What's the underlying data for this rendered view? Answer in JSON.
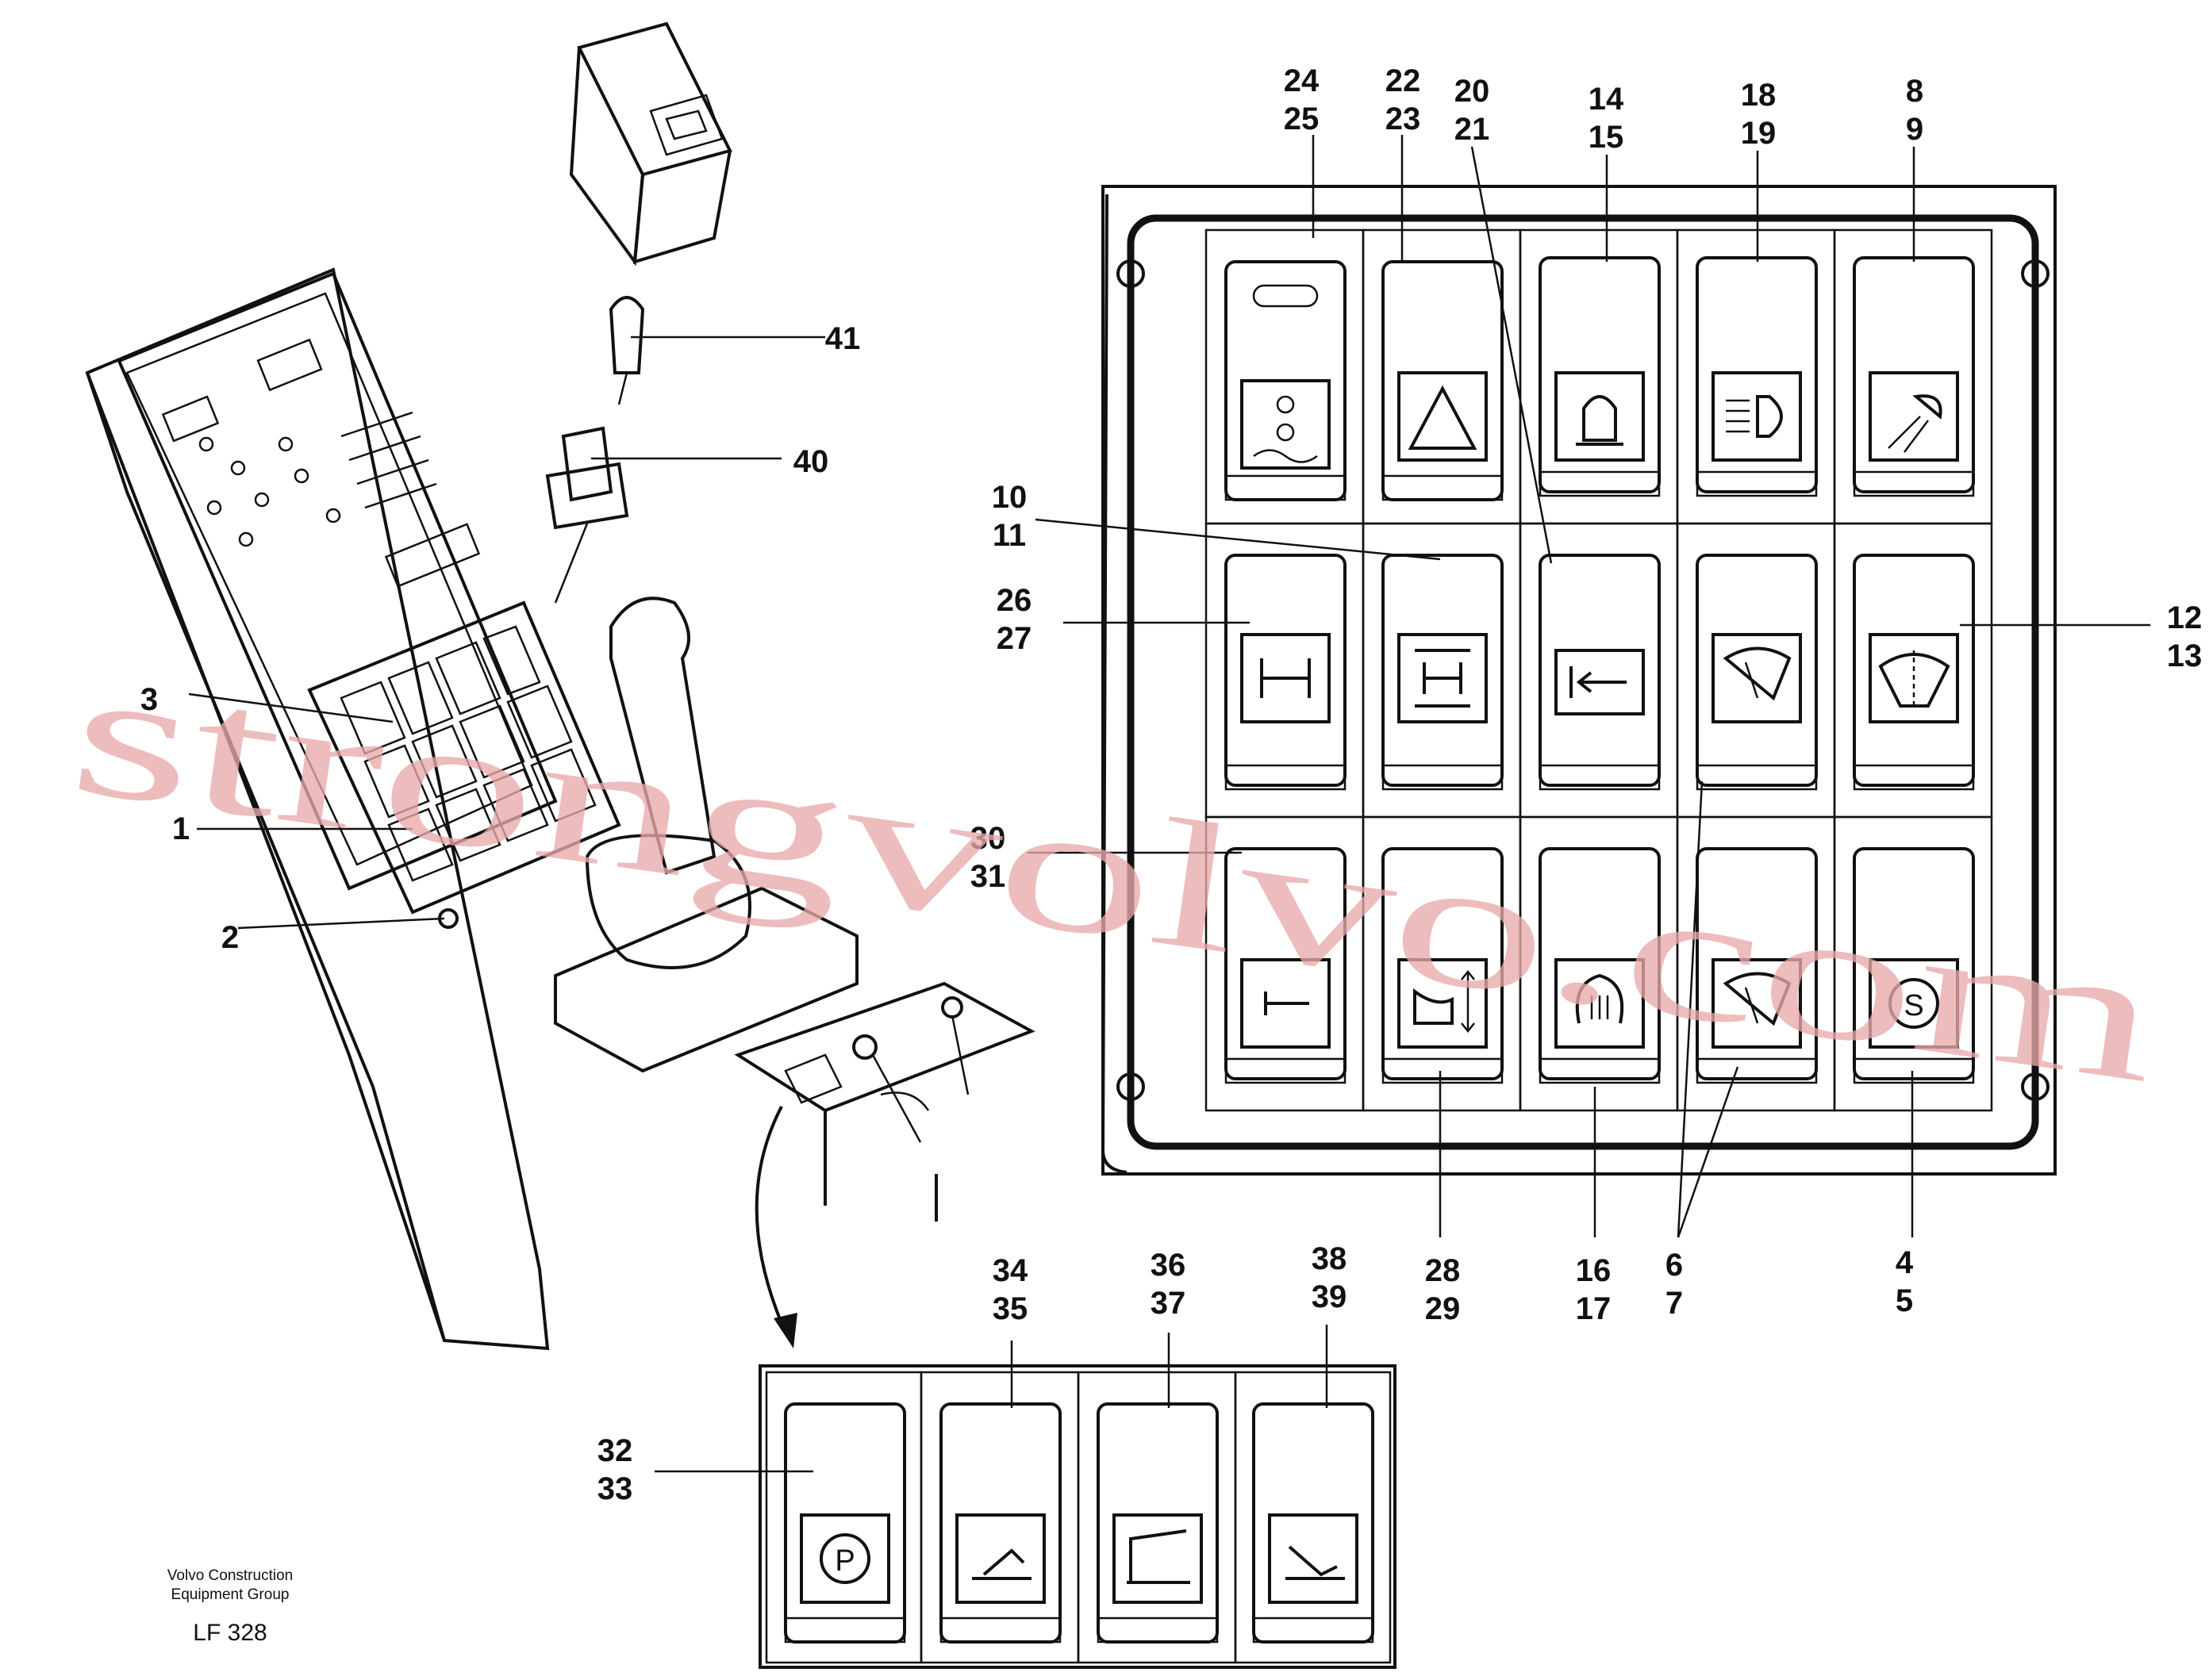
{
  "callouts": {
    "c24_25": [
      "24",
      "25"
    ],
    "c22_23": [
      "22",
      "23"
    ],
    "c20_21": [
      "20",
      "21"
    ],
    "c14_15": [
      "14",
      "15"
    ],
    "c18_19": [
      "18",
      "19"
    ],
    "c8_9": [
      "8",
      "9"
    ],
    "c10_11": [
      "10",
      "11"
    ],
    "c26_27": [
      "26",
      "27"
    ],
    "c12_13": [
      "12",
      "13"
    ],
    "c30_31": [
      "30",
      "31"
    ],
    "c28_29": [
      "28",
      "29"
    ],
    "c16_17": [
      "16",
      "17"
    ],
    "c6_7": [
      "6",
      "7"
    ],
    "c4_5": [
      "4",
      "5"
    ],
    "c34_35": [
      "34",
      "35"
    ],
    "c36_37": [
      "36",
      "37"
    ],
    "c38_39": [
      "38",
      "39"
    ],
    "c32_33": [
      "32",
      "33"
    ],
    "c41": "41",
    "c40": "40",
    "c3": "3",
    "c1": "1",
    "c2": "2"
  },
  "footer": {
    "company_line1": "Volvo Construction",
    "company_line2": "Equipment Group",
    "code": "LF 328"
  },
  "watermark": "strongvolvo.com"
}
